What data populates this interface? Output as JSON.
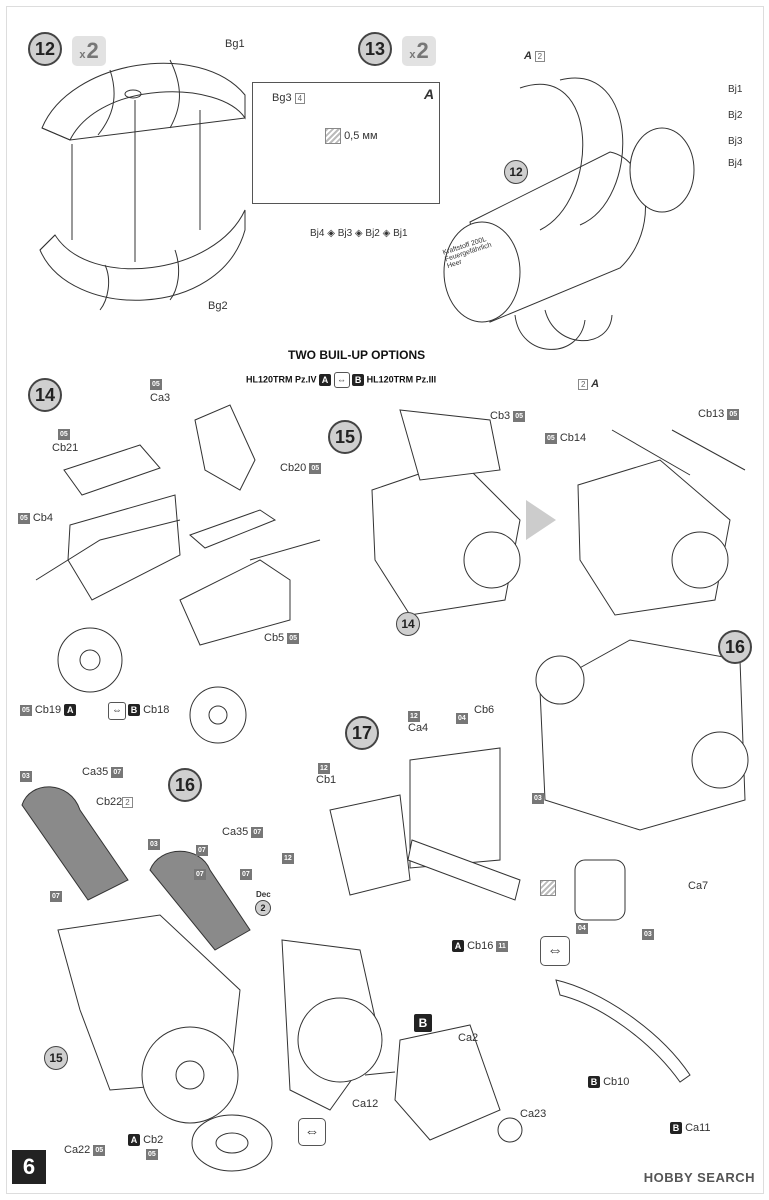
{
  "page": {
    "number": "6",
    "watermark": "HOBBY SEARCH"
  },
  "section_title": "TWO BUIL-UP OPTIONS",
  "options": {
    "a_label": "HL120TRM Pz.IV",
    "b_label": "HL120TRM Pz.III",
    "a": "A",
    "b": "B"
  },
  "steps": {
    "s12": {
      "num": "12",
      "mult": "2",
      "x": "x"
    },
    "s13": {
      "num": "13",
      "mult": "2",
      "x": "x"
    },
    "s14": {
      "num": "14"
    },
    "s15": {
      "num": "15"
    },
    "s16": {
      "num": "16"
    },
    "s17": {
      "num": "17"
    }
  },
  "detail": {
    "letter": "A",
    "part": "Bg3",
    "qty": "4",
    "note": "0,5 мм"
  },
  "labels": {
    "bg1": "Bg1",
    "bg2": "Bg2",
    "a2": "A",
    "a2q": "2",
    "bj1": "Bj1",
    "bj2": "Bj2",
    "bj3": "Bj3",
    "bj4": "Bj4",
    "bjrow": "Bj4",
    "bjrow2": "Bj3",
    "bjrow3": "Bj2",
    "bjrow4": "Bj1",
    "drum_ref": "12",
    "a2b": "A",
    "a2bq": "2",
    "ca3": "Ca3",
    "cb21": "Cb21",
    "cb4": "Cb4",
    "cb20": "Cb20",
    "cb5": "Cb5",
    "cb19": "Cb19",
    "cb18": "Cb18",
    "cb3": "Cb3",
    "cb14": "Cb14",
    "cb13": "Cb13",
    "ref14": "14",
    "ref16": "16",
    "ca4": "Ca4",
    "cb6": "Cb6",
    "cb1": "Cb1",
    "cb16": "Cb16",
    "ca7": "Ca7",
    "cb10": "Cb10",
    "ca11": "Ca11",
    "ca35": "Ca35",
    "cb22": "Cb22",
    "cb22q": "2",
    "ca35b": "Ca35",
    "dec": "Dec",
    "decn": "2",
    "ref15": "15",
    "ca22": "Ca22",
    "cb2": "Cb2",
    "ca2": "Ca2",
    "ca12": "Ca12",
    "ca23": "Ca23",
    "c05": "05",
    "c12": "12",
    "c04": "04",
    "c03": "03",
    "c07": "07",
    "c11": "11"
  },
  "drum_text": {
    "line1": "Kraftstoff 200L",
    "line2": "Feuergefährlich",
    "line3": "Heer"
  },
  "colors": {
    "accent": "#777777",
    "paint": "#8a8a8a",
    "circle": "#cfcfcf"
  }
}
